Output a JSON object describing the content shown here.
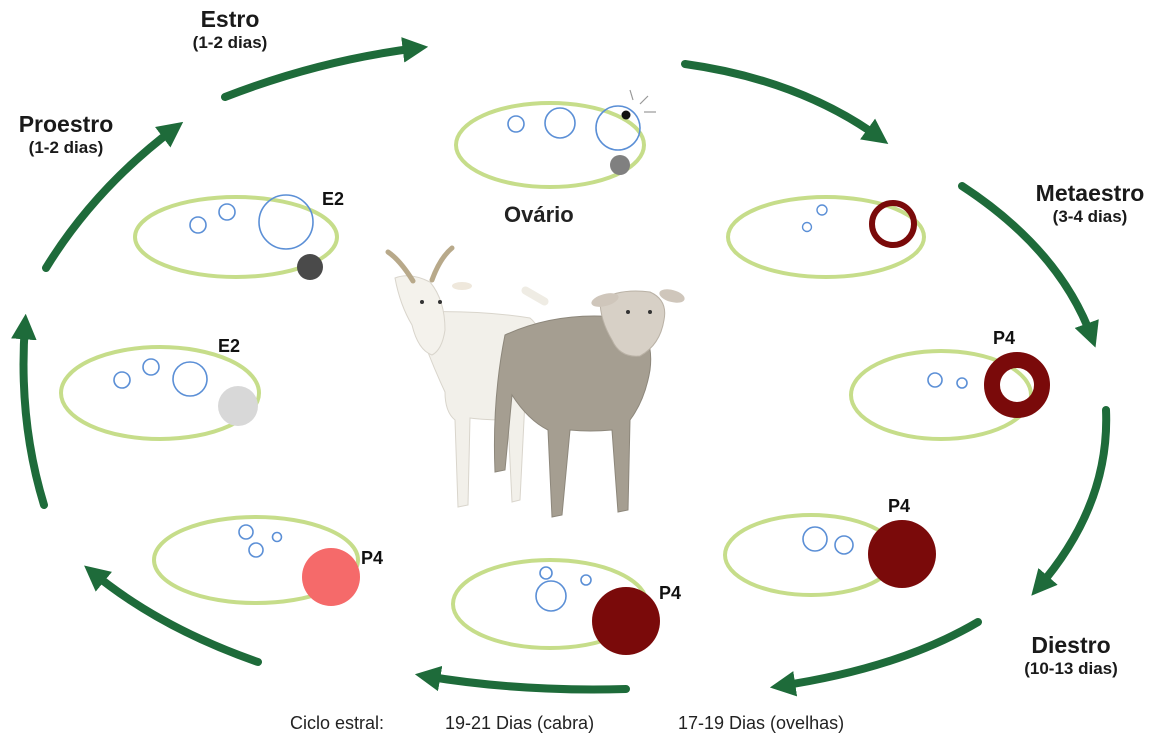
{
  "phases": {
    "estro": {
      "name": "Estro",
      "duration": "(1-2 dias)"
    },
    "metaestro": {
      "name": "Metaestro",
      "duration": "(3-4 dias)"
    },
    "diestro": {
      "name": "Diestro",
      "duration": "(10-13 dias)"
    },
    "proestro": {
      "name": "Proestro",
      "duration": "(1-2 dias)"
    }
  },
  "center_label": "Ovário",
  "hormones": {
    "e2": "E2",
    "p4": "P4"
  },
  "caption": {
    "label": "Ciclo estral:",
    "goat": "19-21 Dias (cabra)",
    "sheep": "17-19 Dias (ovelhas)"
  },
  "colors": {
    "arrow": "#1e6b3a",
    "ovary_outline": "#c6dd8a",
    "follicle": "#5b8fd6",
    "corpus_luteum_dark": "#7a0a0a",
    "corpus_luteum_regressing": "#f56a6a",
    "corpus_albicans": "#d8d8d8",
    "corpus_hemorrhagicum": "#555555"
  }
}
